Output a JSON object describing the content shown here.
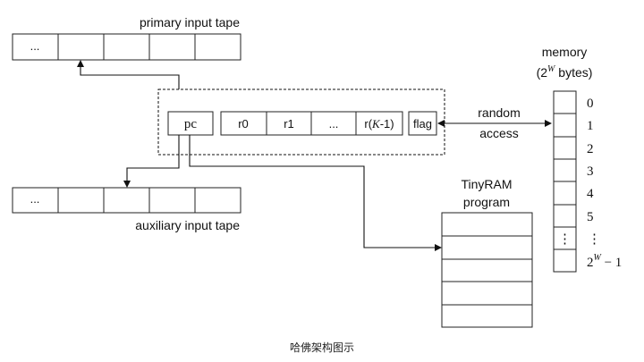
{
  "primary_tape": {
    "label": "primary input tape",
    "first_cell": "..."
  },
  "auxiliary_tape": {
    "label": "auxiliary input tape",
    "first_cell": "..."
  },
  "cpu": {
    "pc": "pc",
    "registers": [
      "r0",
      "r1",
      "..."
    ],
    "last_register": {
      "prefix": "r(",
      "var": "K",
      "suffix": "-1)"
    },
    "flag": "flag"
  },
  "bus": {
    "line1": "random",
    "line2": "access"
  },
  "memory": {
    "title": "memory",
    "size": {
      "prefix": "(2",
      "sup": "W",
      "suffix": " bytes)"
    },
    "ellipsis_cell": "⋮",
    "addresses": [
      "0",
      "1",
      "2",
      "3",
      "4",
      "5",
      "⋮"
    ],
    "last_address": {
      "base": "2",
      "sup": "W",
      "suffix": " − 1"
    }
  },
  "program": {
    "title_line1": "TinyRAM",
    "title_line2": "program"
  },
  "caption": "哈佛架构图示"
}
